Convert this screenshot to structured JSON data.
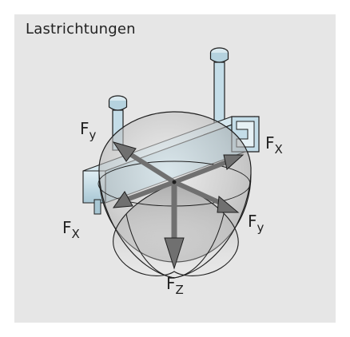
{
  "title": "Lastrichtungen",
  "forces": {
    "fy_upper_left": {
      "base": "F",
      "sub": "y"
    },
    "fx_right": {
      "base": "F",
      "sub": "X"
    },
    "fx_left": {
      "base": "F",
      "sub": "X"
    },
    "fy_lower_right": {
      "base": "F",
      "sub": "y"
    },
    "fz_bottom": {
      "base": "F",
      "sub": "Z"
    }
  },
  "colors": {
    "panel": "#e6e6e6",
    "rail": "#c4dde8",
    "rail_dark": "#98bccc",
    "arrow": "#707070",
    "outline": "#1e1e1e"
  }
}
